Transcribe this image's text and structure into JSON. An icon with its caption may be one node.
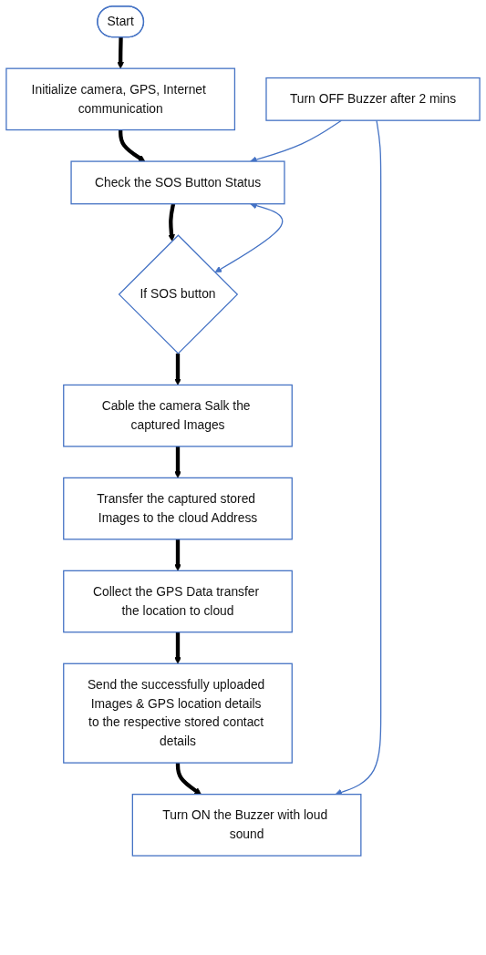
{
  "diagram": {
    "nodes": [
      {
        "text": [
          "Start"
        ]
      },
      {
        "text": [
          "Initialize camera, GPS, Internet communication"
        ]
      },
      {
        "text": [
          "Check the SOS Button Status"
        ]
      },
      {
        "text": [
          "If SOS button"
        ]
      },
      {
        "text": [
          "Cable the camera Salk the captured Images"
        ]
      },
      {
        "text": [
          "Transfer the captured stored Images to the cloud Address"
        ]
      },
      {
        "text": [
          "Collect the GPS Data transfer the location to cloud"
        ]
      },
      {
        "text": [
          "Send the successfully uploaded Images & GPS location details to the respective stored contact details"
        ]
      },
      {
        "text": [
          "Turn ON the Buzzer with loud sound"
        ]
      },
      {
        "text": [
          "Turn OFF Buzzer after 2 mins"
        ]
      }
    ],
    "edges": [
      {
        "from": 0,
        "to": 1,
        "arrow": "to"
      },
      {
        "from": 1,
        "to": 2,
        "arrow": "to"
      },
      {
        "from": 2,
        "to": 3,
        "arrow": "to"
      },
      {
        "from": 3,
        "to": 2,
        "arrow": "both",
        "color": "#4472c4"
      },
      {
        "from": 3,
        "to": 4,
        "arrow": "to"
      },
      {
        "from": 4,
        "to": 5,
        "arrow": "to"
      },
      {
        "from": 5,
        "to": 6,
        "arrow": "to"
      },
      {
        "from": 6,
        "to": 7,
        "arrow": "to"
      },
      {
        "from": 7,
        "to": 8,
        "arrow": "to"
      },
      {
        "from": 9,
        "to": 2,
        "arrow": "to",
        "color": "#4472c4"
      },
      {
        "from": 9,
        "to": 8,
        "arrow": "to",
        "color": "#4472c4"
      }
    ]
  }
}
